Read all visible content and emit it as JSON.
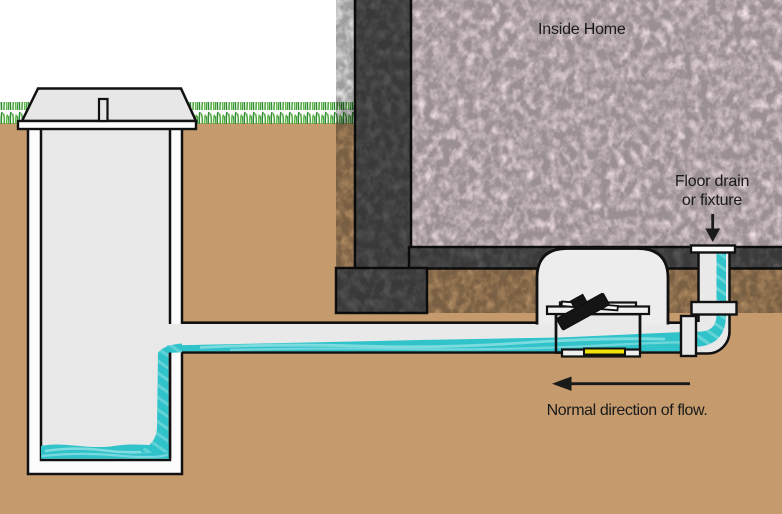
{
  "diagram": {
    "labels": {
      "inside_home": "Inside Home",
      "floor_drain_line1": "Floor drain",
      "floor_drain_line2": "or fixture",
      "flow_direction": "Normal direction of flow."
    },
    "icons": {
      "flow_direction_arrow": "left-arrow",
      "floor_drain_pointer": "down-arrow"
    },
    "colors": {
      "sky": "#ffffff",
      "soil": "#c59b6d",
      "grass": "#3f9b37",
      "foundation": "#5d5d5d",
      "interior_pink": "#fbe9ef",
      "structure_light": "#e9e9e9",
      "structure_white": "#fcfcfc",
      "dome": "#ededed",
      "water": "#31c3ca",
      "water_highlight": "#8adfe2",
      "valve_flap": "#151515",
      "valve_seal_yellow": "#f2e205",
      "outline": "#111111",
      "text": "#1a1a1a"
    }
  }
}
